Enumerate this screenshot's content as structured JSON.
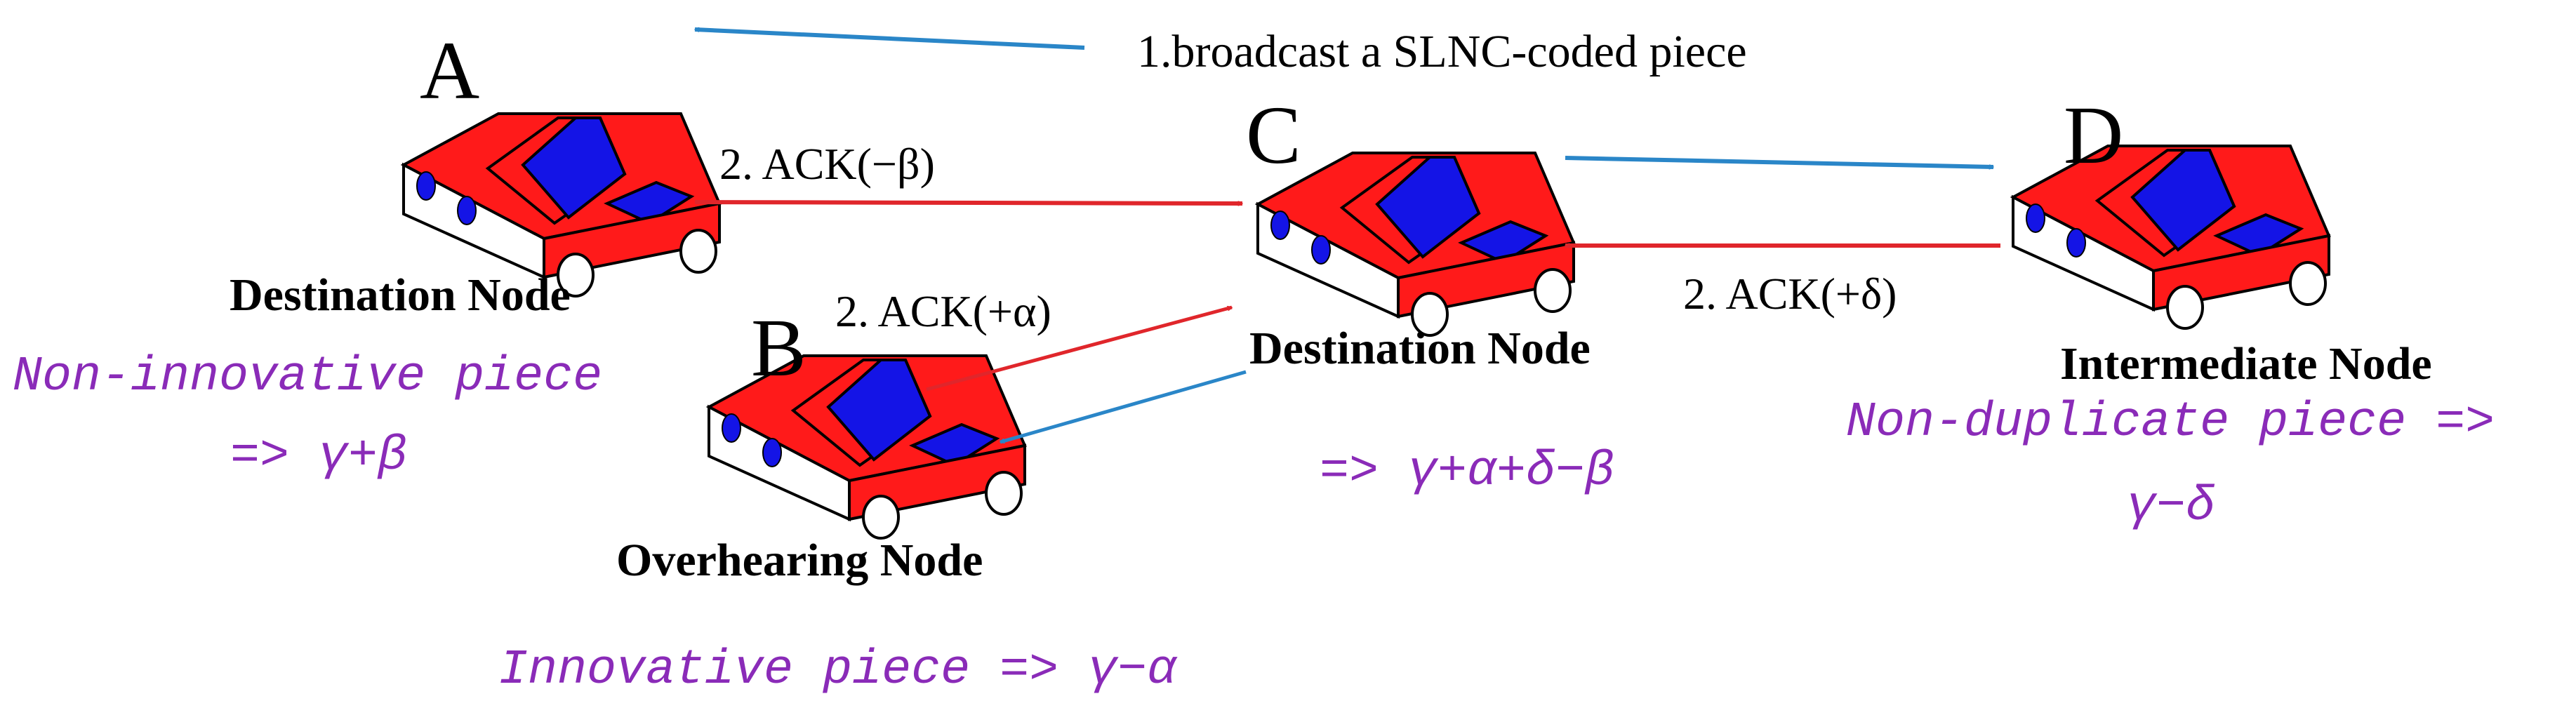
{
  "colors": {
    "car_body": "#ff1a1a",
    "car_roof": "#1414e6",
    "outline": "#000000",
    "broadcast_arrow": "#2a86c8",
    "ack_arrow": "#e0262b",
    "purple_text": "#8a2bb8"
  },
  "broadcast_label": "1.broadcast a SLNC-coded piece",
  "nodes": {
    "A": {
      "letter": "A",
      "role": "Destination Node",
      "note_line1": "Non-innovative piece",
      "note_line2": "=> γ+β"
    },
    "B": {
      "letter": "B",
      "role": "Overhearing Node",
      "note_line1": "Innovative piece => γ−α"
    },
    "C": {
      "letter": "C",
      "role": "Destination Node",
      "note_line1": "=> γ+α+δ−β"
    },
    "D": {
      "letter": "D",
      "role": "Intermediate Node",
      "note_line1": "Non-duplicate piece =>",
      "note_line2": "γ−δ"
    }
  },
  "acks": {
    "a_to_c": "2. ACK(−β)",
    "b_to_c": "2. ACK(+α)",
    "d_to_c": "2. ACK(+δ)"
  }
}
